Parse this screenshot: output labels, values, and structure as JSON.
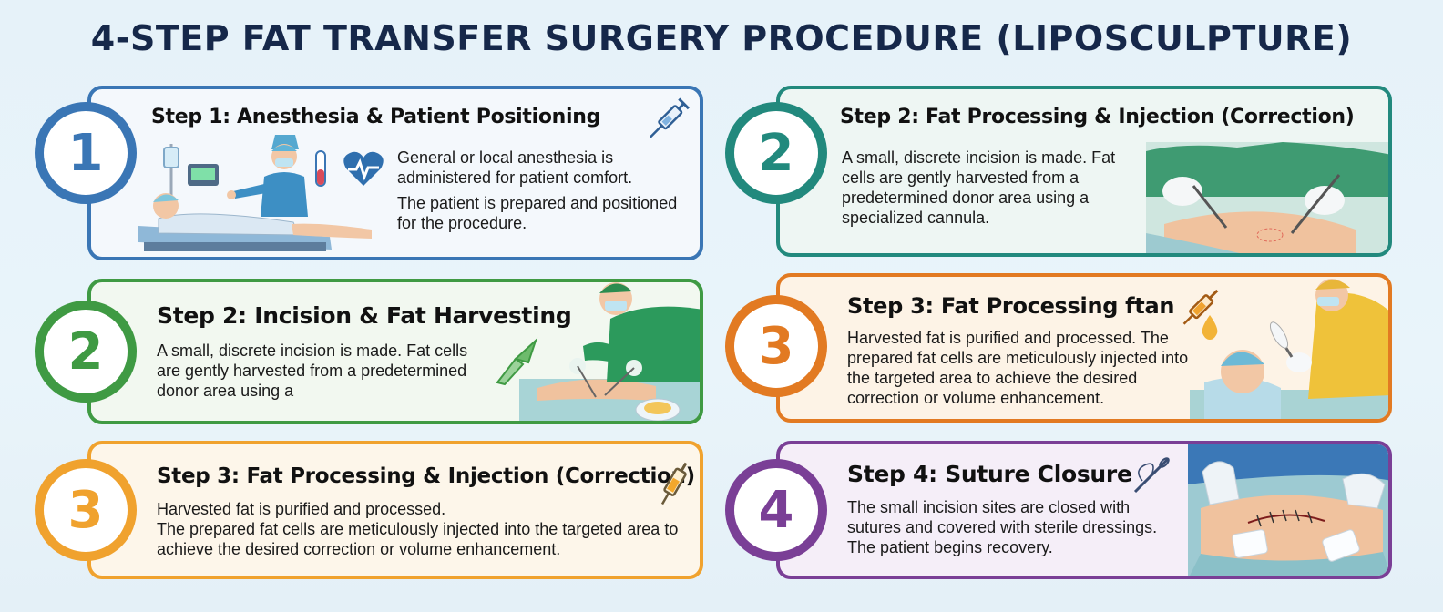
{
  "title": "4-STEP FAT TRANSFER SURGERY PROCEDURE (LIPOSCULPTURE)",
  "colors": {
    "blue": "#3a76b5",
    "teal": "#22897d",
    "green": "#3f9a43",
    "orange_left": "#f0a22e",
    "orange_right": "#e27a22",
    "purple": "#7a3f96"
  },
  "cards": {
    "step1": {
      "number": "1",
      "heading": "Step 1: Anesthesia & Patient Positioning",
      "para1": "General or local anesthesia is administered for patient comfort.",
      "para2": "The patient is prepared and positioned for the procedure.",
      "icons": [
        "syringe-icon",
        "iv-drip-icon",
        "test-tube-icon",
        "heart-pulse-icon"
      ]
    },
    "step2_left": {
      "number": "2",
      "heading": "Step 2: Incision & Fat Harvesting",
      "para1": "A small, discrete incision is made. Fat cells are gently harvested from a predetermined donor area using a",
      "icons": [
        "scalpel-icon"
      ]
    },
    "step3_left": {
      "number": "3",
      "heading": "Step 3: Fat Processing & Injection (Correction)",
      "para1": "Harvested fat is purified and processed.",
      "para2": "The prepared fat cells are meticulously injected into the targeted area to achieve the desired correction or volume enhancement.",
      "icons": [
        "syringe-icon"
      ]
    },
    "step2_right": {
      "number": "2",
      "heading": "Step 2: Fat Processing & Injection (Correction)",
      "para1": "A small, discrete incision is made. Fat cells are gently harvested from a predetermined donor area using a specialized cannula."
    },
    "step3_right": {
      "number": "3",
      "heading": "Step 3: Fat Processing ftan",
      "para1": "Harvested fat is purified and processed. The prepared fat cells are meticulously injected into the targeted area to achieve the desired correction or volume enhancement.",
      "icons": [
        "syringe-icon",
        "fat-drop-icon"
      ]
    },
    "step4": {
      "number": "4",
      "heading": "Step 4: Suture Closure",
      "para1": "The small incision sites are closed with sutures and covered with sterile dressings. The patient begins recovery.",
      "icons": [
        "suture-needle-icon"
      ]
    }
  }
}
